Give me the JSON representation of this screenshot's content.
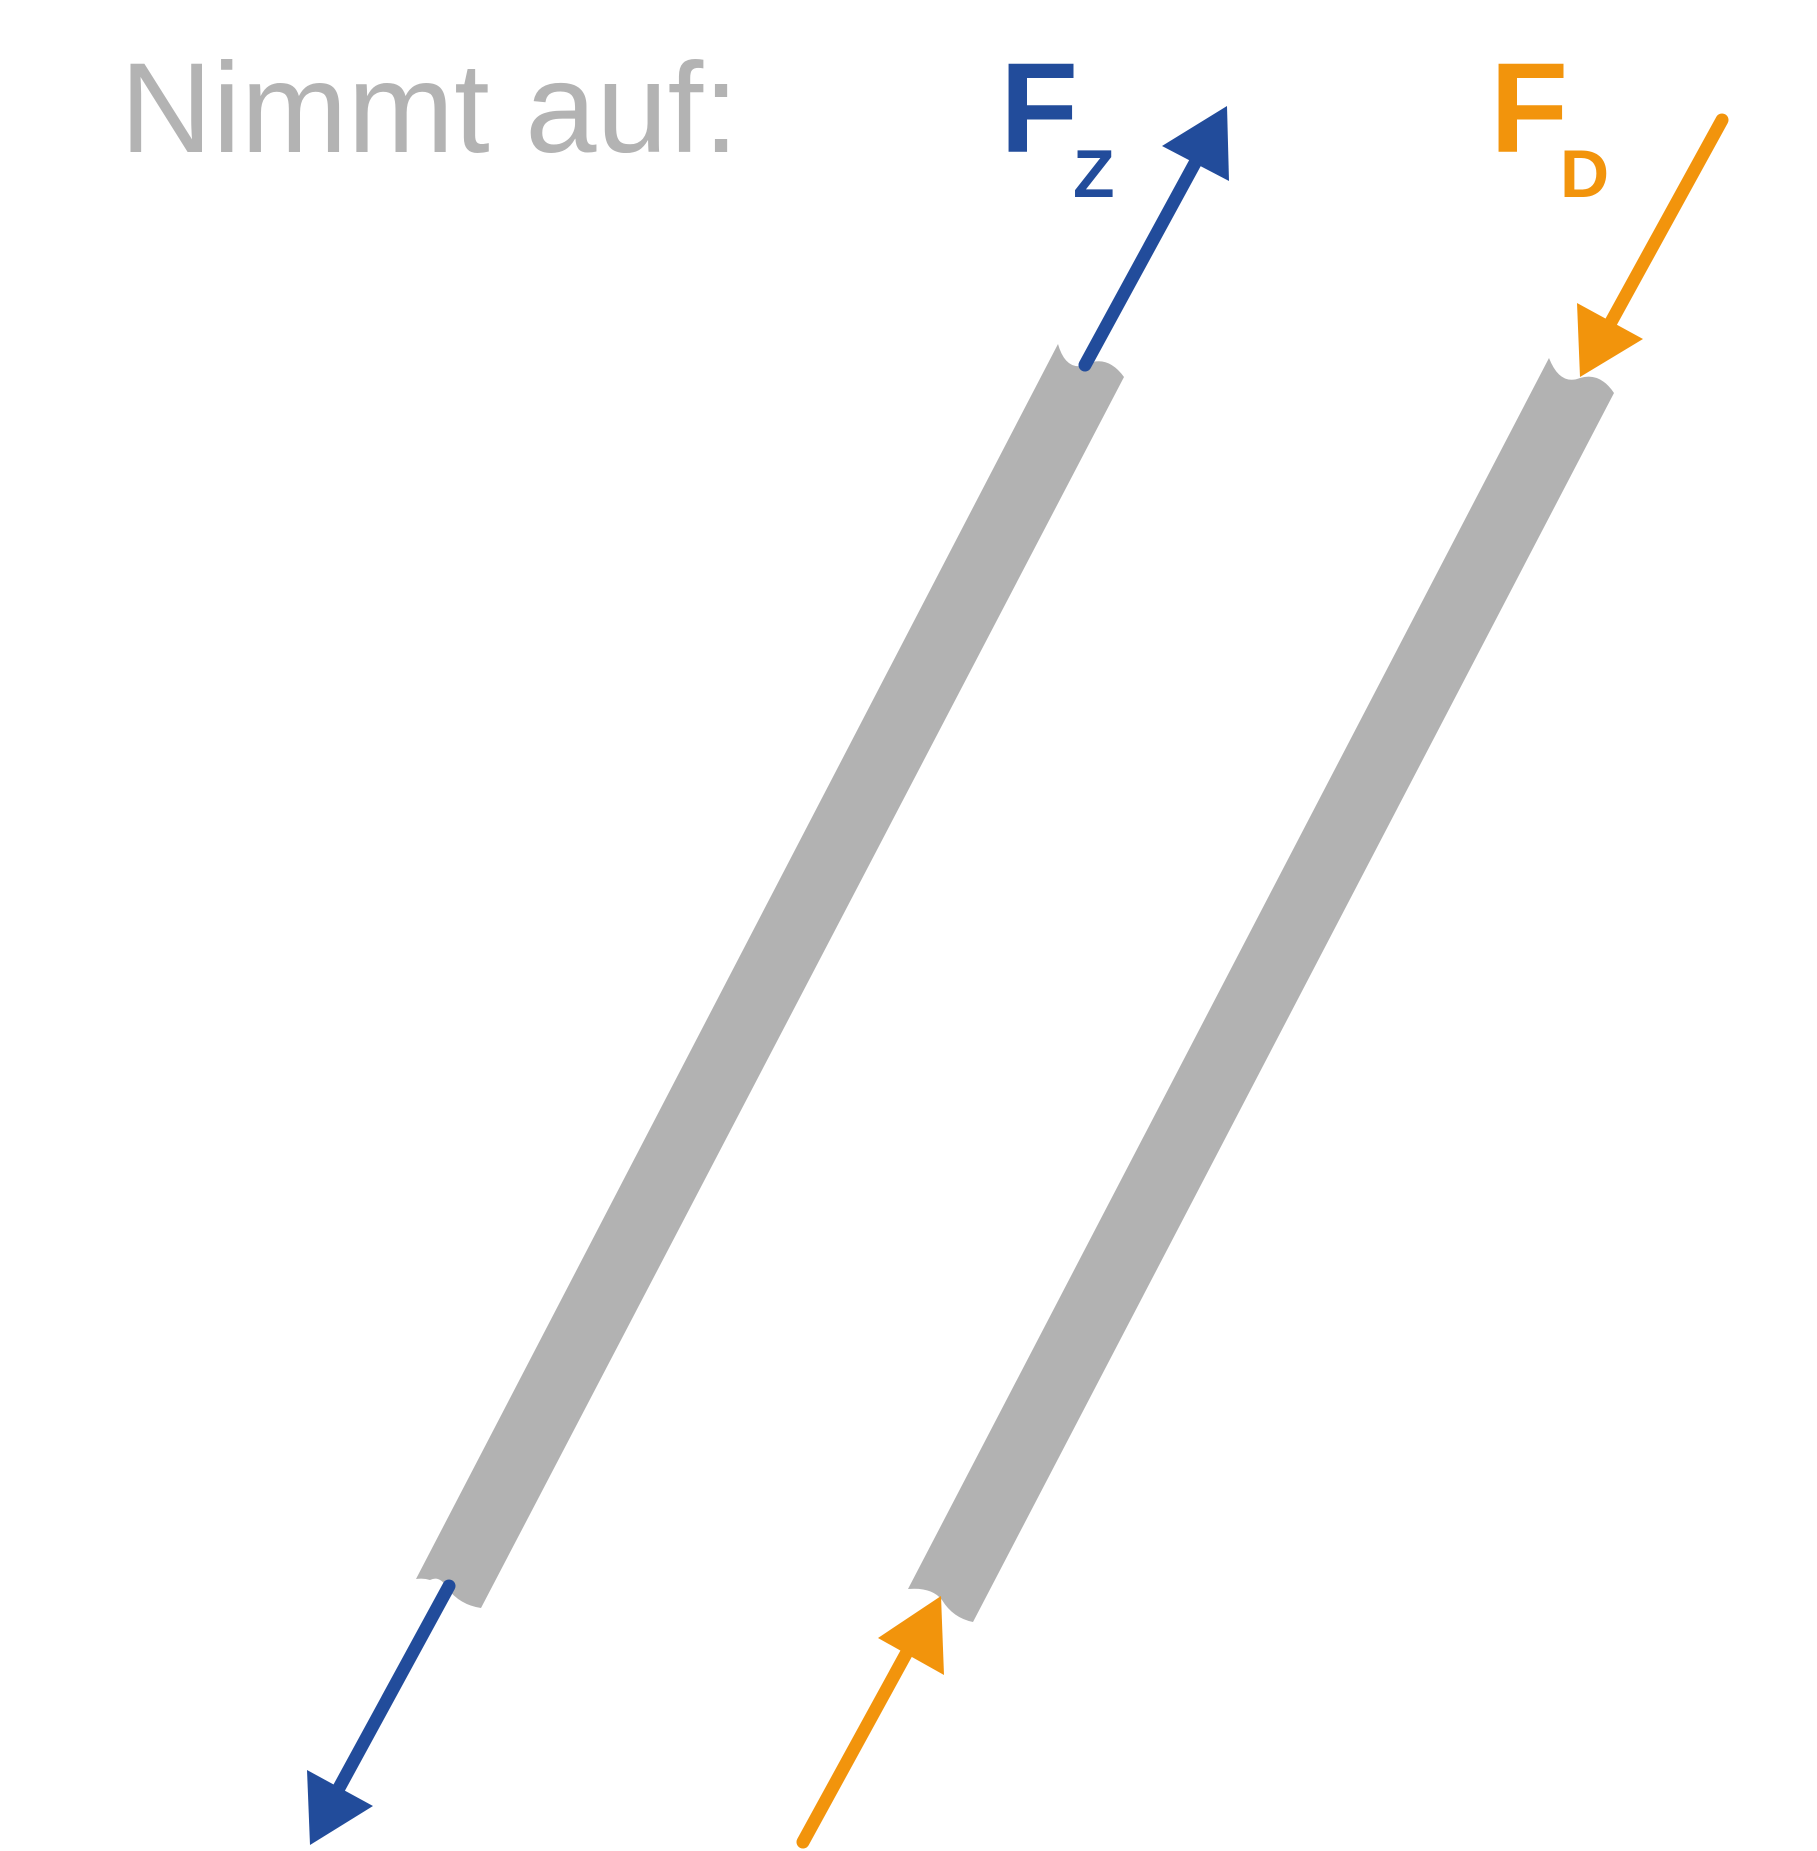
{
  "heading": "Nimmt auf:",
  "tension": {
    "symbol": "F",
    "subscript": "Z",
    "color": "#224c9b"
  },
  "compression": {
    "symbol": "F",
    "subscript": "D",
    "color": "#f2940c"
  },
  "colors": {
    "heading": "#b3b3b3",
    "bar": "#b2b2b2"
  }
}
